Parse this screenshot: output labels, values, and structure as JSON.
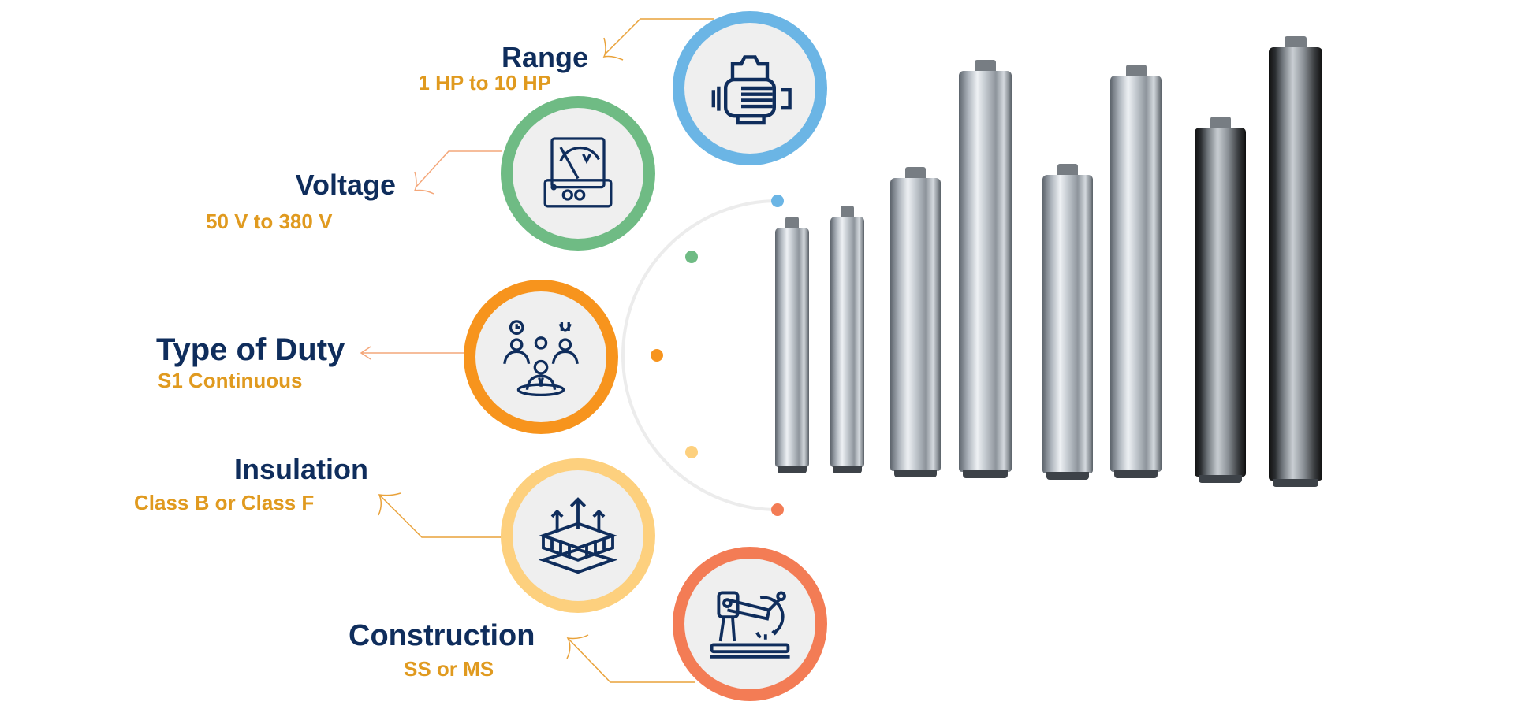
{
  "features": [
    {
      "title": "Range",
      "value": "1 HP to 10 HP",
      "icon": "motor-gear-icon",
      "color": "#6bb5e5"
    },
    {
      "title": "Voltage",
      "value": "50 V to 380 V",
      "icon": "voltmeter-icon",
      "color": "#6fbb84"
    },
    {
      "title": "Type of Duty",
      "value": "S1 Continuous",
      "icon": "team-workers-icon",
      "color": "#f7941d"
    },
    {
      "title": "Insulation",
      "value": "Class B or Class F",
      "icon": "insulation-layers-icon",
      "color": "#fdd07e"
    },
    {
      "title": "Construction",
      "value": "SS or MS",
      "icon": "machine-saw-icon",
      "color": "#f37c55"
    }
  ],
  "colors": {
    "title": "#0f2d5c",
    "value": "#e09a1f",
    "connector": "#e09a1f"
  }
}
